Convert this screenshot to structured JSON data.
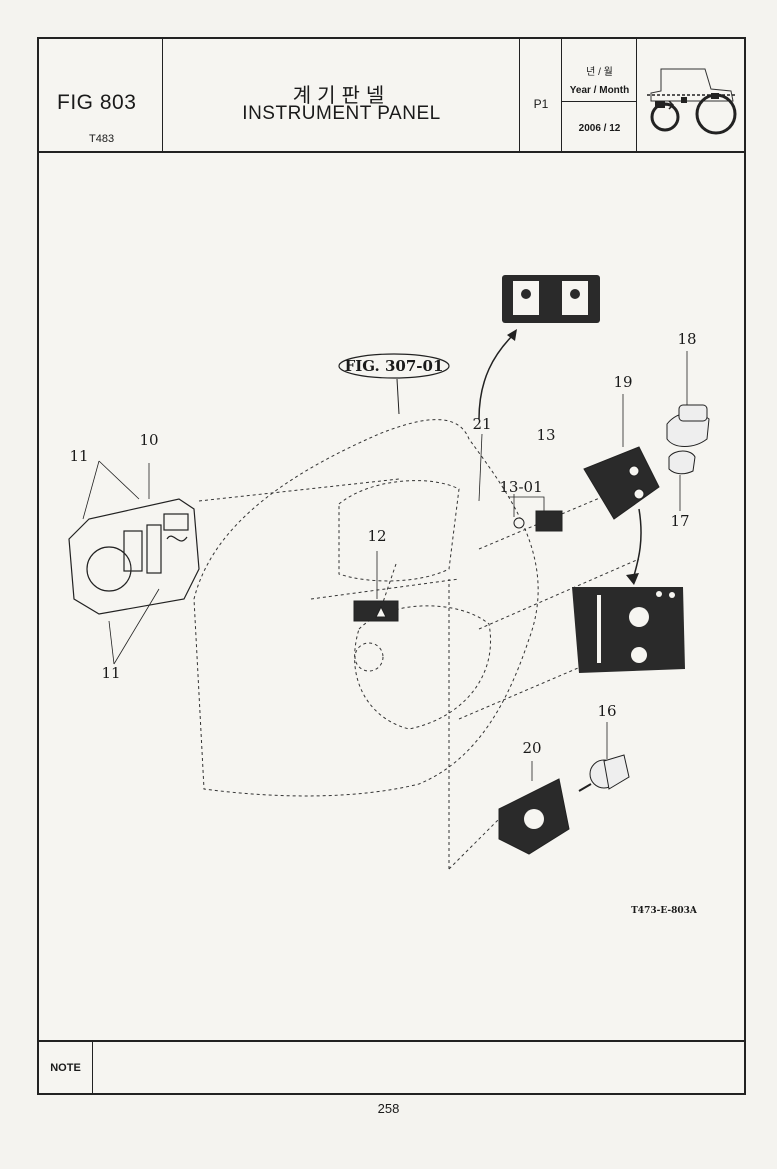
{
  "header": {
    "fig_number": "FIG 803",
    "fig_code": "T483",
    "title_kr": "계기판넬",
    "title_en": "INSTRUMENT PANEL",
    "page_id": "P1",
    "year_month_kr": "년 / 월",
    "year_month_en": "Year / Month",
    "date": "2006 / 12"
  },
  "diagram": {
    "figure_reference": "FIG. 307-01",
    "drawing_code": "T473-E-803A",
    "callouts": [
      "10",
      "11",
      "11",
      "12",
      "13",
      "13-01",
      "16",
      "17",
      "18",
      "19",
      "20",
      "21"
    ]
  },
  "note": {
    "label": "NOTE"
  },
  "footer": {
    "page_number": "258"
  }
}
